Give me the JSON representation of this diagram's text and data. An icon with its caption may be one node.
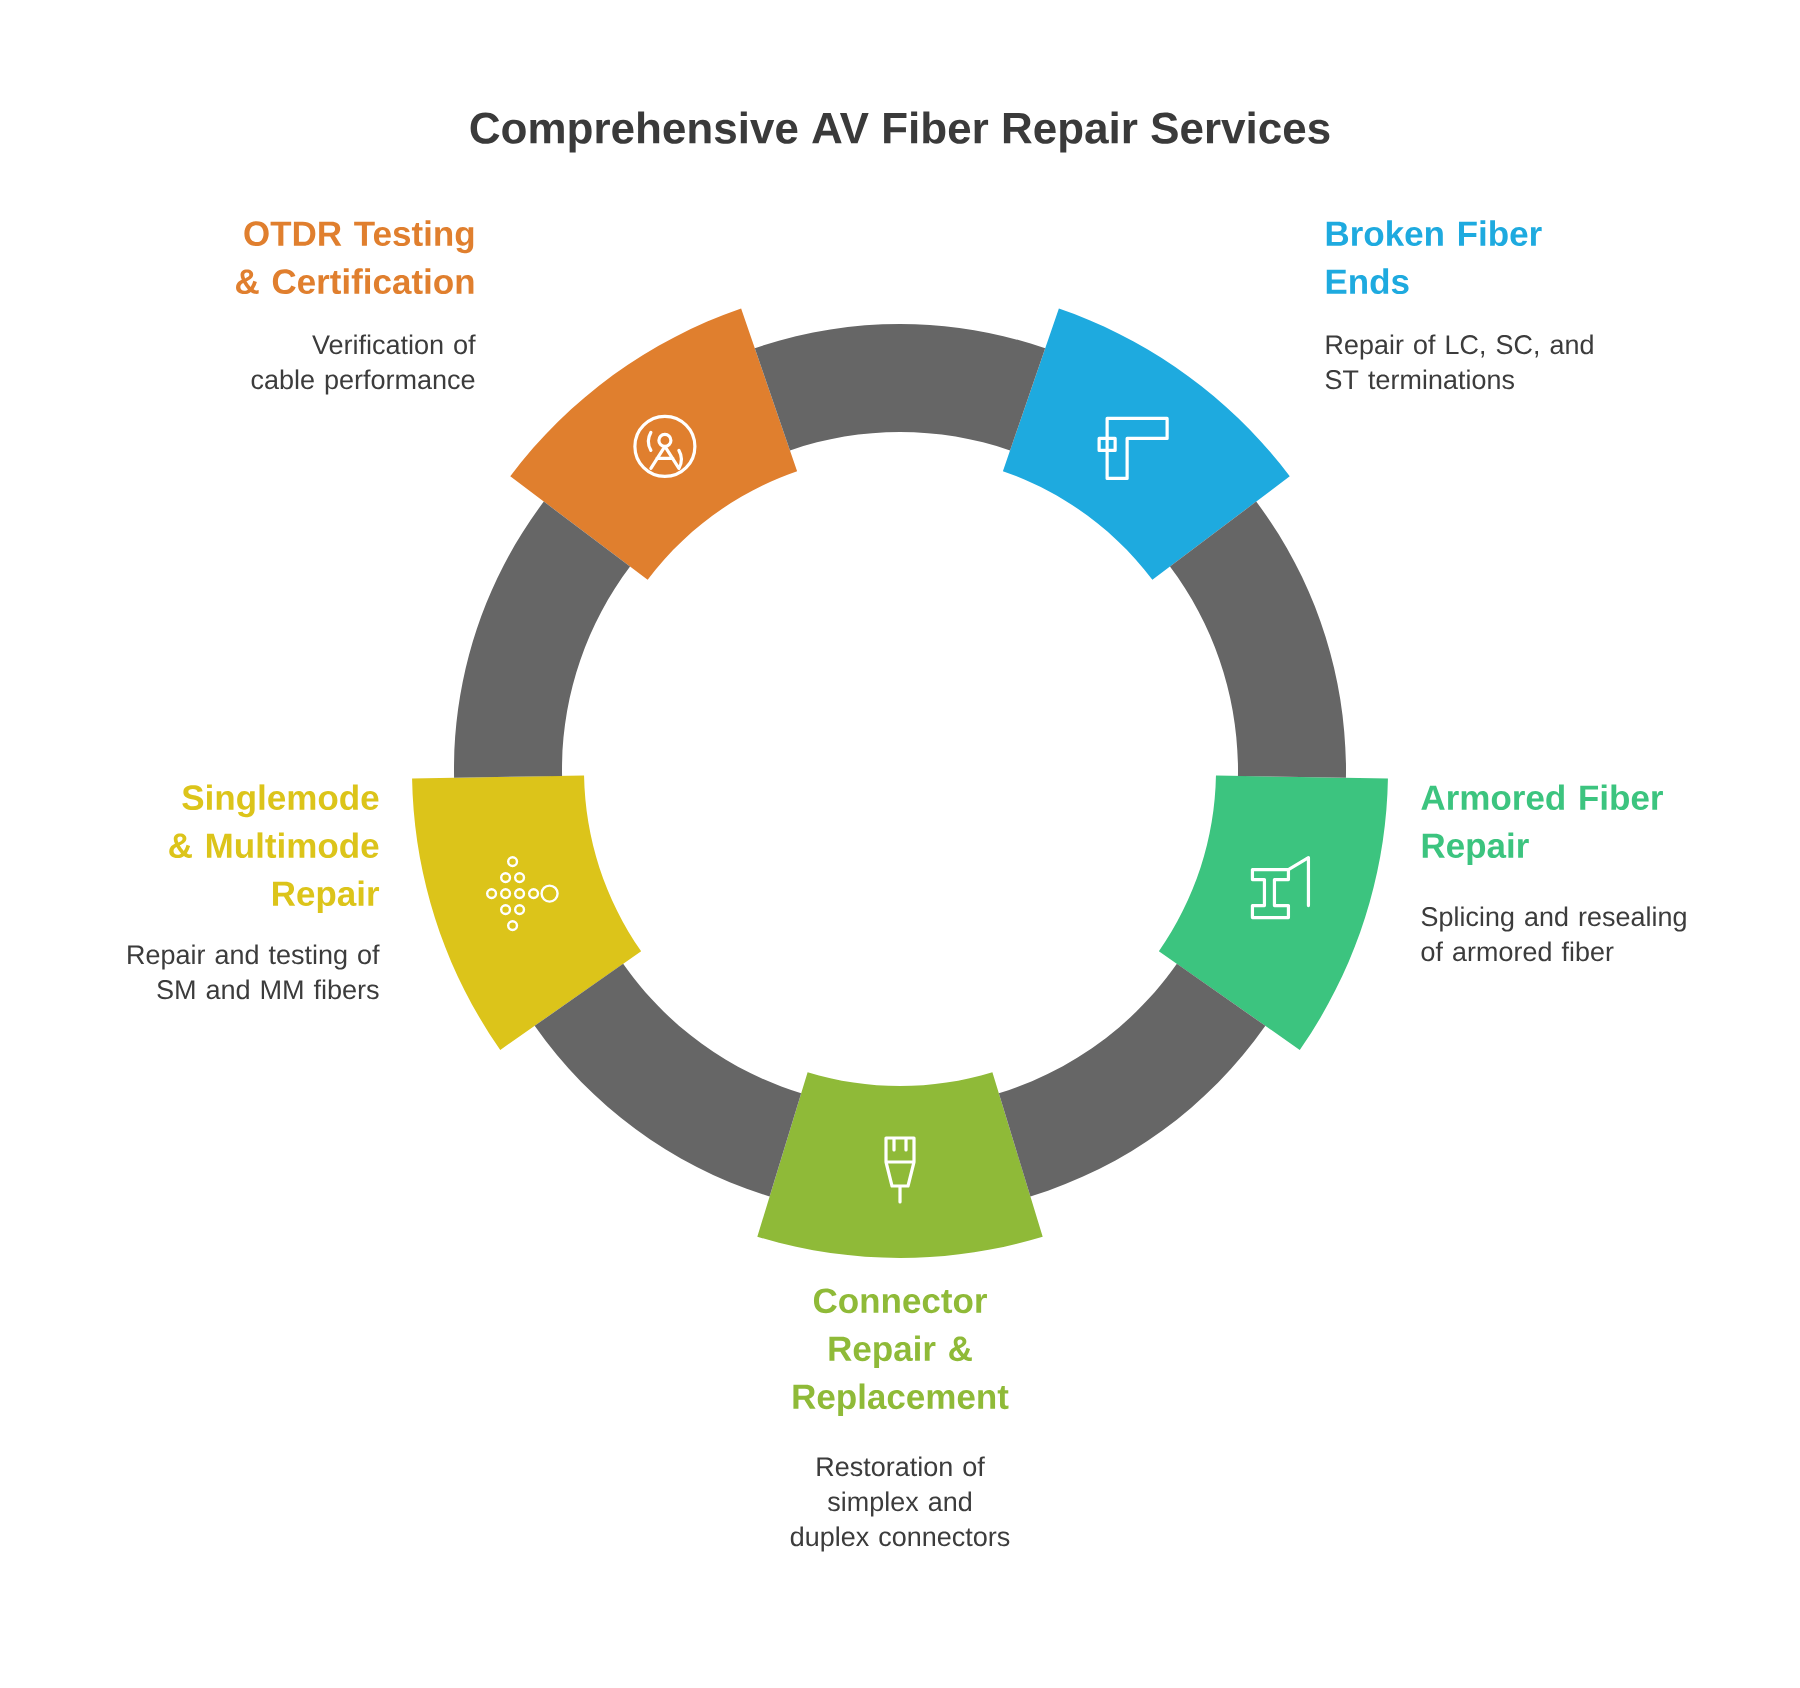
{
  "diagram": {
    "title": "Comprehensive AV Fiber Repair Services",
    "nodes": [
      {
        "text": [],
        "shape": "band",
        "beside": [
          "OTDR Testing & Certification",
          "Verification of cable performance"
        ]
      },
      {
        "text": [],
        "shape": "band",
        "beside": [
          "Broken Fiber Ends",
          "Repair of LC, SC, and ST terminations"
        ]
      },
      {
        "text": [],
        "shape": "band",
        "beside": [
          "Singlemode & Multimode Repair",
          "Repair and testing of SM and MM fibers"
        ]
      },
      {
        "text": [],
        "shape": "band",
        "beside": [
          "Armored Fiber Repair",
          "Splicing and resealing of armored fiber"
        ]
      },
      {
        "text": [],
        "shape": "band",
        "beside": [
          "Connector Repair & Replacement",
          "Restoration of simplex and duplex connectors"
        ]
      }
    ],
    "edges": [
      {
        "from": 0,
        "to": 1,
        "arrow": "none"
      },
      {
        "from": 1,
        "to": 3,
        "arrow": "none"
      },
      {
        "from": 3,
        "to": 4,
        "arrow": "none"
      },
      {
        "from": 4,
        "to": 2,
        "arrow": "none"
      },
      {
        "from": 2,
        "to": 0,
        "arrow": "none"
      }
    ]
  }
}
